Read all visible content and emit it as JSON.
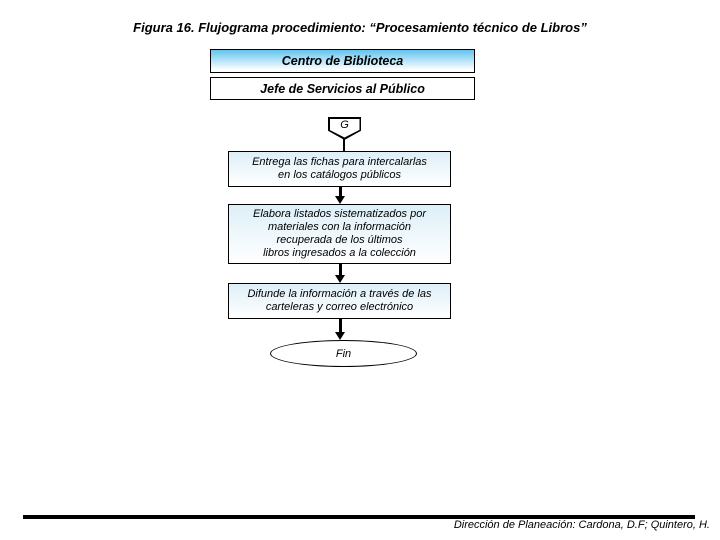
{
  "title": "Figura 16. Flujograma procedimiento: “Procesamiento técnico de Libros”",
  "headers": [
    {
      "label": "Centro de Biblioteca"
    },
    {
      "label": "Jefe de Servicios al Público"
    }
  ],
  "flowchart": {
    "connector_label": "G",
    "steps": [
      {
        "text": "Entrega las fichas para intercalarlas\nen los catálogos públicos"
      },
      {
        "text": "Elabora listados sistematizados por\nmateriales con la información\nrecuperada de los últimos\nlibros ingresados a la colección"
      },
      {
        "text": "Difunde la información a través de las\ncarteleras y correo electrónico"
      }
    ],
    "terminator": "Fin"
  },
  "footer": {
    "credit": "Dirección de Planeación: Cardona, D.F; Quintero, H."
  },
  "colors": {
    "header_gradient_top": "#63c4ee",
    "header_gradient_bottom": "#ffffff",
    "process_fill_top": "#ddeff8",
    "process_fill_bottom": "#ffffff",
    "border": "#000000"
  }
}
